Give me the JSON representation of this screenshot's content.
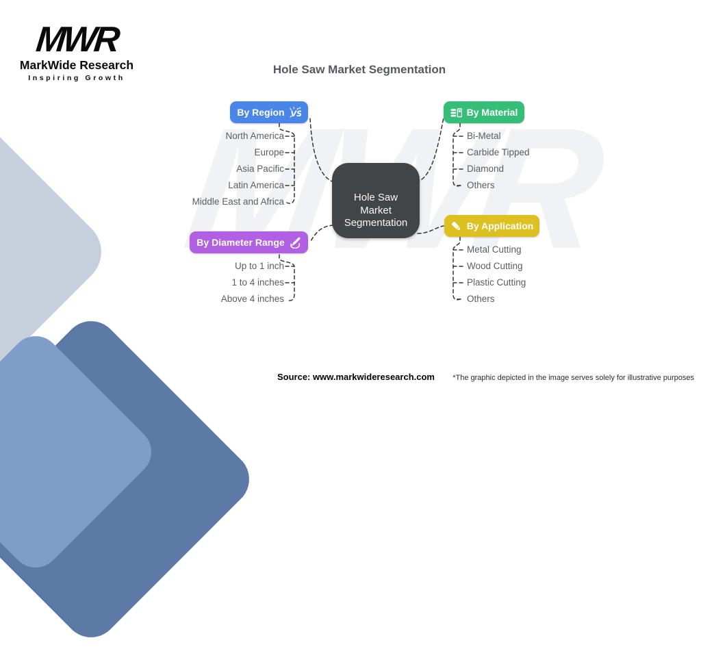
{
  "logo": {
    "monogram": "MWR",
    "name": "MarkWide Research",
    "tagline": "Inspiring Growth"
  },
  "title": "Hole Saw Market Segmentation",
  "center_node": {
    "label": "Hole Saw Market Segmentation"
  },
  "branches": [
    {
      "id": "region",
      "label": "By Region",
      "icon": "vs-sparkle-icon",
      "color": "#4a86e8",
      "items": [
        "North America",
        "Europe",
        "Asia Pacific",
        "Latin America",
        "Middle East and Africa"
      ]
    },
    {
      "id": "material",
      "label": "By Material",
      "icon": "table-columns-icon",
      "color": "#36bd78",
      "items": [
        "Bi-Metal",
        "Carbide Tipped",
        "Diamond",
        "Others"
      ]
    },
    {
      "id": "diameter_range",
      "label": "By Diameter Range",
      "icon": "brush-icon",
      "color": "#b160e3",
      "items": [
        "Up to 1 inch",
        "1 to 4 inches",
        "Above 4 inches"
      ]
    },
    {
      "id": "application",
      "label": "By Application",
      "icon": "pencil-icon",
      "color": "#ddc121",
      "items": [
        "Metal Cutting",
        "Wood Cutting",
        "Plastic Cutting",
        "Others"
      ]
    }
  ],
  "watermark": "MWR",
  "footer": {
    "source": "Source: www.markwideresearch.com",
    "disclaimer": "*The graphic depicted in the image serves solely for illustrative purposes"
  },
  "colors": {
    "center_node": "#424548",
    "background_diamond_gray": "#c6cfdc",
    "background_diamond_slate": "#5d7aa6",
    "background_diamond_corner_blue": "#7e9dc8",
    "item_text": "#585d64",
    "connector": "#333333"
  }
}
